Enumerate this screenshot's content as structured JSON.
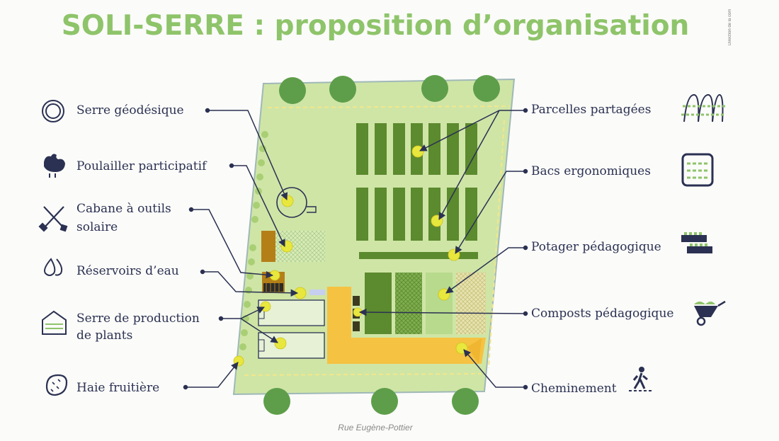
{
  "title": "SOLI-SERRE : proposition d’organisation",
  "side_credit": "Direction de la com",
  "street": "Rue Eugène-Pottier",
  "colors": {
    "title_green": "#8ec46a",
    "ink": "#2b3152",
    "plot_light": "#cfe5a6",
    "plot_dark": "#5c8a2e",
    "path_yellow": "#f5c242",
    "tree": "#5e9e4a",
    "marker": "#e7e73e"
  },
  "legend_left": [
    {
      "label": "Serre géodésique",
      "icon": "geodesic-dome-icon"
    },
    {
      "label": "Poulailler participatif",
      "icon": "chicken-icon"
    },
    {
      "label": "Cabane à outils",
      "label2": "solaire",
      "icon": "garden-tools-icon"
    },
    {
      "label": "Réservoirs d’eau",
      "icon": "water-drop-icon"
    },
    {
      "label": "Serre de production",
      "label2": "de plants",
      "icon": "greenhouse-icon"
    },
    {
      "label": "Haie fruitière",
      "icon": "fruit-icon"
    }
  ],
  "legend_right": [
    {
      "label": "Parcelles partagées",
      "icon": "shared-plots-icon"
    },
    {
      "label": "Bacs ergonomiques",
      "icon": "raised-beds-icon"
    },
    {
      "label": "Potager pédagogique",
      "icon": "educational-garden-icon"
    },
    {
      "label": "Composts pédagogique",
      "icon": "wheelbarrow-icon"
    },
    {
      "label": "Cheminement",
      "icon": "walker-icon"
    }
  ]
}
